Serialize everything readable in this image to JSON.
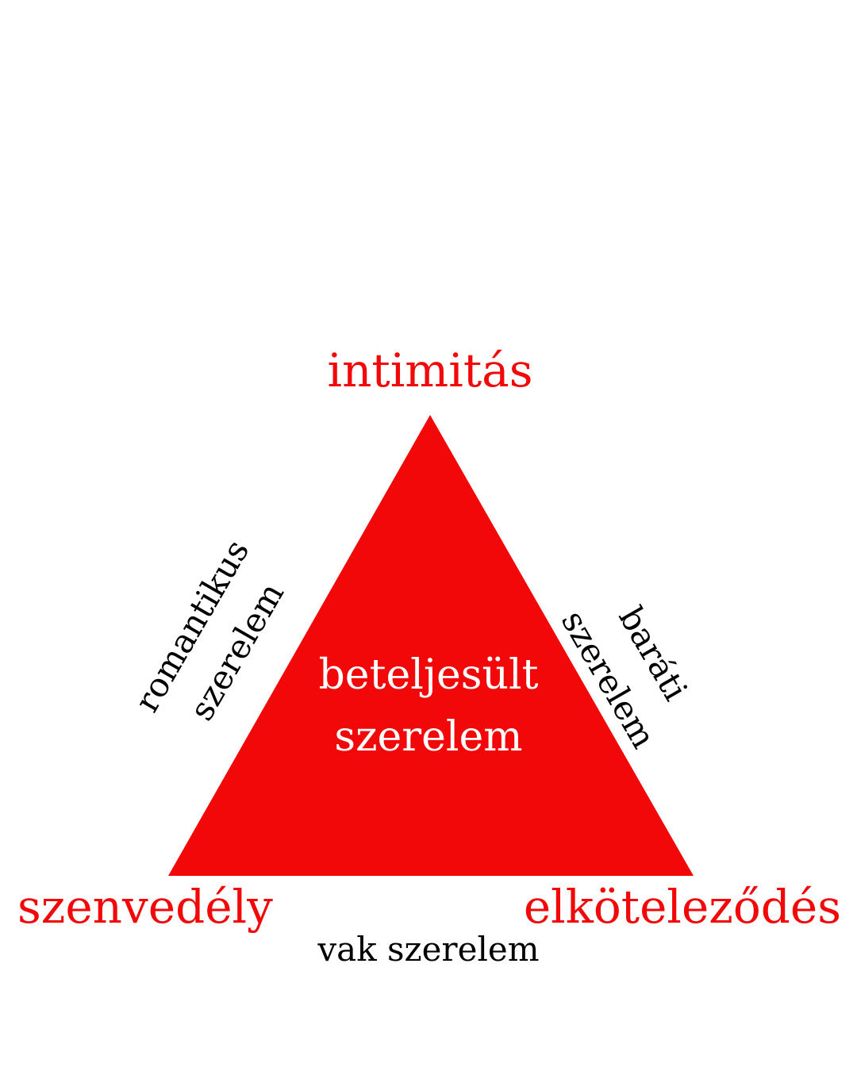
{
  "colors": {
    "triangle": "#f20808",
    "vertex_labels": "#f20808",
    "edge_labels": "#000000",
    "center_label": "#ffffff"
  },
  "vertices": {
    "top": "intimitás",
    "bottom_left": "szenvedély",
    "bottom_right": "elköteleződés"
  },
  "edges": {
    "left": [
      "romantikus",
      "szerelem"
    ],
    "right": [
      "baráti",
      "szerelem"
    ],
    "bottom": "vak szerelem"
  },
  "center": [
    "beteljesült",
    "szerelem"
  ]
}
